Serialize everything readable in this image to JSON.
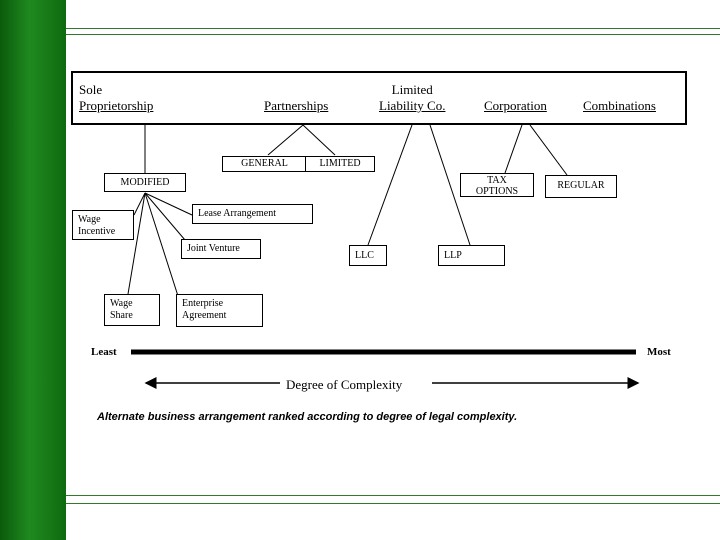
{
  "header": {
    "sole": [
      "Sole",
      "Proprietorship"
    ],
    "partnerships": "Partnerships",
    "llc": [
      "Limited",
      "Liability Co."
    ],
    "corporation": "Corporation",
    "combinations": "Combinations"
  },
  "partnership_types": {
    "general": "GENERAL",
    "limited": "LIMITED"
  },
  "sole_variants": {
    "modified": "MODIFIED",
    "wage_incentive": [
      "Wage",
      "Incentive"
    ],
    "lease_arrangement": "Lease Arrangement",
    "joint_venture": "Joint Venture",
    "wage_share": [
      "Wage",
      "Share"
    ],
    "enterprise_agreement": [
      "Enterprise",
      "Agreement"
    ]
  },
  "llc_types": {
    "llc": "LLC",
    "llp": "LLP"
  },
  "corporation_types": {
    "tax_options": [
      "TAX",
      "OPTIONS"
    ],
    "regular": "REGULAR"
  },
  "scale": {
    "least": "Least",
    "most": "Most",
    "axis_label": "Degree of Complexity"
  },
  "caption": "Alternate business arrangement ranked according to degree of legal complexity."
}
